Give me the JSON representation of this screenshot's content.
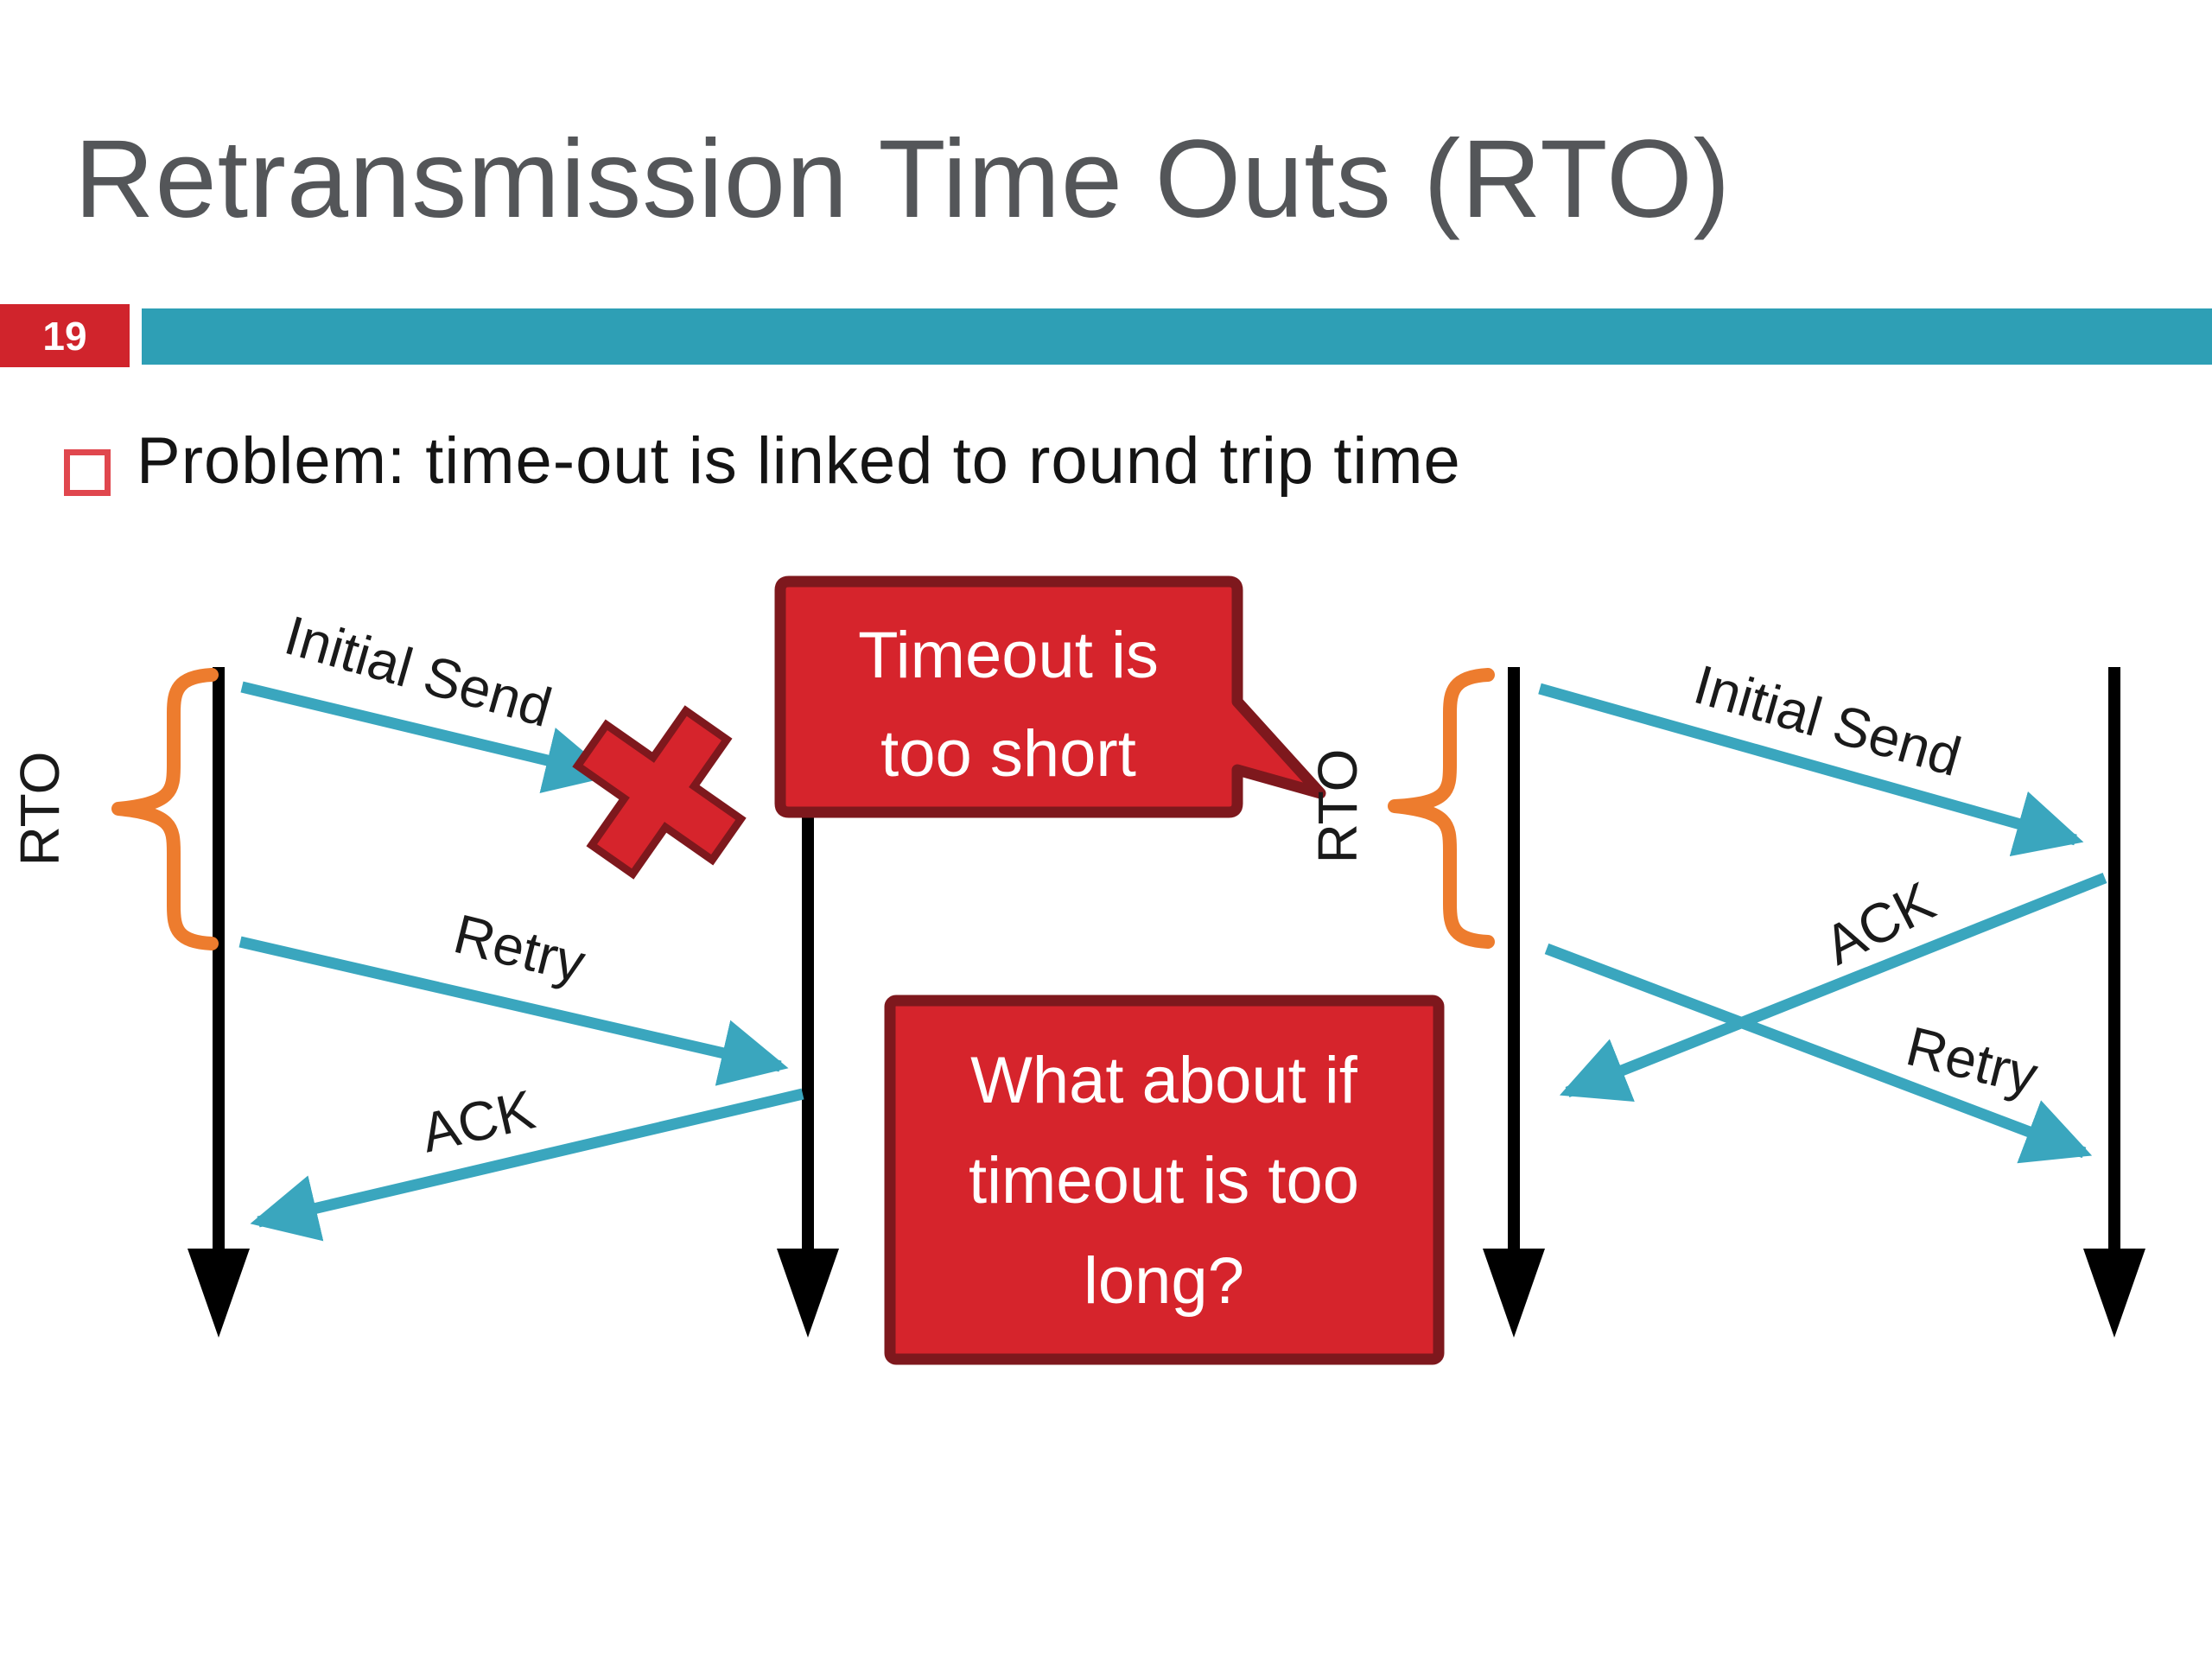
{
  "header": {
    "title": "Retransmission Time Outs (RTO)",
    "page_number": "19",
    "accent_color": "#2E9FB5",
    "badge_color": "#D0242C",
    "title_color": "#545659"
  },
  "bullet": {
    "text": "Problem: time-out is linked to round trip time"
  },
  "diagram": {
    "left": {
      "rto": "RTO",
      "initial_send": "Initial Send",
      "retry": "Retry",
      "ack": "ACK"
    },
    "right": {
      "rto": "RTO",
      "initial_send": "Initial Send",
      "ack": "ACK",
      "retry": "Retry"
    },
    "bubble": {
      "line1": "Timeout is",
      "line2": "too short"
    },
    "question_box": {
      "line1": "What about if",
      "line2": "timeout is too",
      "line3": "long?"
    },
    "colors": {
      "arrow_teal": "#3AA6BE",
      "timeline_black": "#000000",
      "brace_orange": "#ED7C2E",
      "callout_fill": "#D6242C",
      "callout_border": "#7E181D",
      "bullet_red": "#E0474E"
    }
  }
}
